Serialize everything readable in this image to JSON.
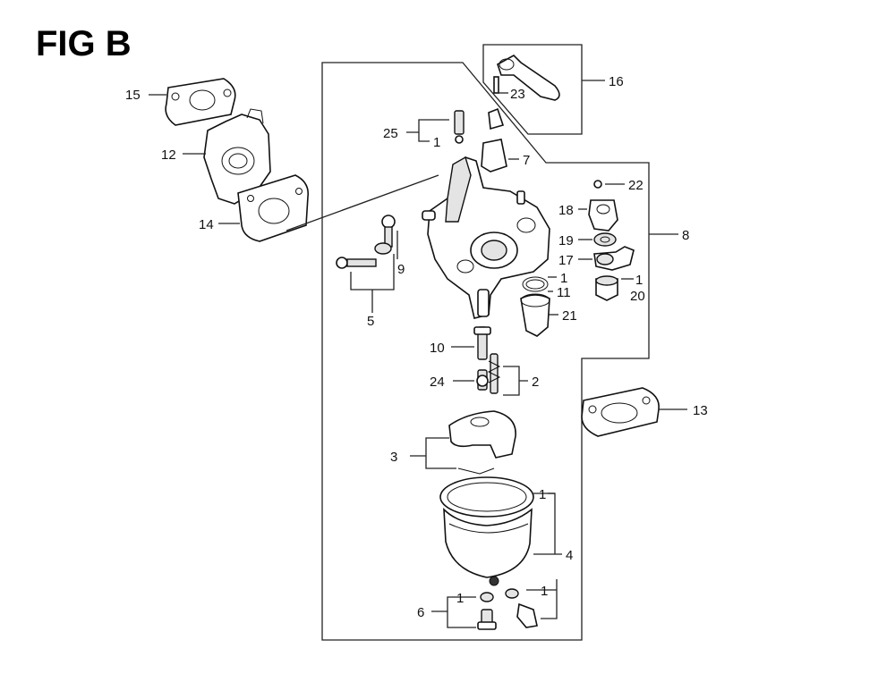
{
  "figure": {
    "title": "FIG B"
  },
  "callouts": {
    "c15": "15",
    "c12": "12",
    "c14": "14",
    "c16": "16",
    "c23": "23",
    "c25": "25",
    "c1a": "1",
    "c7": "7",
    "c8": "8",
    "c22": "22",
    "c18": "18",
    "c19": "19",
    "c17": "17",
    "c1b": "1",
    "c20": "20",
    "c9": "9",
    "c5": "5",
    "c1c": "1",
    "c11": "11",
    "c21": "21",
    "c10": "10",
    "c24": "24",
    "c2": "2",
    "c13": "13",
    "c3": "3",
    "c1d": "1",
    "c4": "4",
    "c1e": "1",
    "c6": "6",
    "c1f": "1"
  }
}
